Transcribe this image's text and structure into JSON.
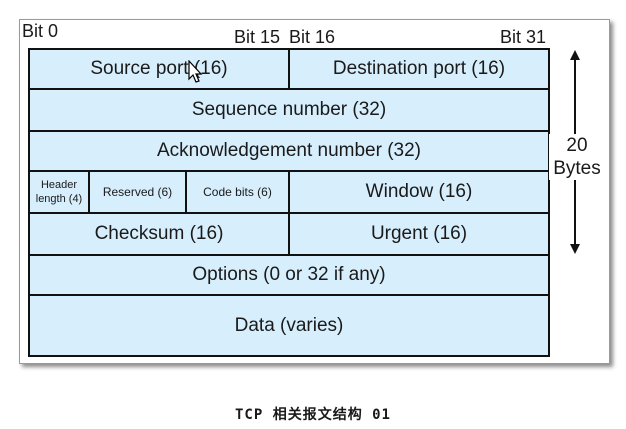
{
  "bit_labels": {
    "bit0": "Bit 0",
    "bit15": "Bit 15",
    "bit16": "Bit 16",
    "bit31": "Bit 31"
  },
  "fields": {
    "source_port": "Source port (16)",
    "destination_port": "Destination port (16)",
    "sequence_number": "Sequence number (32)",
    "acknowledgement_number": "Acknowledgement number (32)",
    "header_length": "Header length (4)",
    "reserved": "Reserved (6)",
    "code_bits": "Code bits (6)",
    "window": "Window (16)",
    "checksum": "Checksum (16)",
    "urgent": "Urgent (16)",
    "options": "Options (0 or 32 if any)",
    "data": "Data (varies)"
  },
  "header_size": {
    "value": "20",
    "unit": "Bytes"
  },
  "caption": "TCP 相关报文结构 01",
  "colors": {
    "field_fill": "#d7eefc",
    "border": "#111111"
  }
}
